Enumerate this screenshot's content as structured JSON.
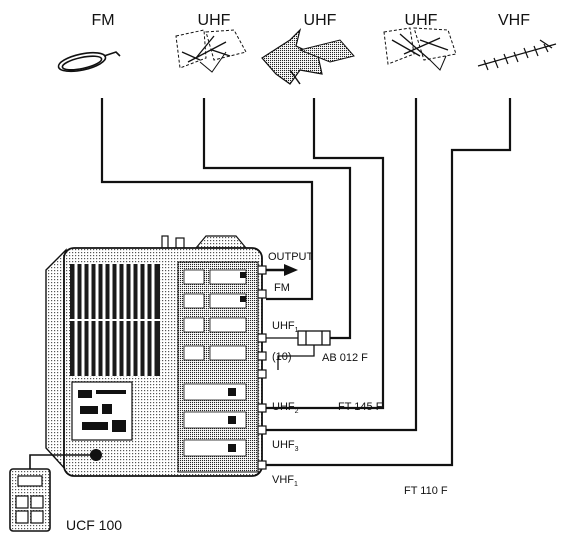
{
  "antennas": [
    {
      "id": "fm",
      "label": "FM",
      "icon": "fm-loop-antenna-icon"
    },
    {
      "id": "uhf1",
      "label": "UHF",
      "icon": "uhf-grid-antenna-icon"
    },
    {
      "id": "uhf2",
      "label": "UHF",
      "icon": "uhf-panel-antenna-icon"
    },
    {
      "id": "uhf3",
      "label": "UHF",
      "icon": "uhf-grid-antenna-icon"
    },
    {
      "id": "vhf",
      "label": "VHF",
      "icon": "vhf-yagi-antenna-icon"
    }
  ],
  "ports": {
    "output": "OUTPUT",
    "fm": "FM",
    "uhf1": {
      "main": "UHF",
      "sub": "1"
    },
    "uhf2": {
      "main": "UHF",
      "sub": "2"
    },
    "uhf3": {
      "main": "UHF",
      "sub": "3"
    },
    "vhf1": {
      "main": "VHF",
      "sub": "1"
    }
  },
  "parts": {
    "ab012f": "AB 012 F",
    "ft145f": "FT 145 F",
    "ft110f": "FT 110 F",
    "ucf100": "UCF 100",
    "resistor_symbol": "(10)"
  }
}
